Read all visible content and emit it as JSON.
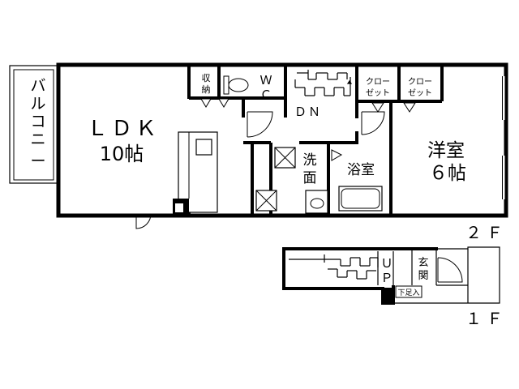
{
  "floor2": {
    "label": "２Ｆ",
    "balcony": [
      "バ",
      "ル",
      "コ",
      "ニ",
      "ー"
    ],
    "ldk": {
      "name": "ＬＤＫ",
      "size": "10帖"
    },
    "storage": [
      "収",
      "納"
    ],
    "wc": [
      "Ｗ",
      "Ｃ"
    ],
    "stairs_down": "ＤＮ",
    "closet_1": [
      "クロー",
      "ゼット"
    ],
    "closet_2": [
      "クロー",
      "ゼット"
    ],
    "western_room": {
      "name": "洋室",
      "size": "６帖"
    },
    "washroom": [
      "洗",
      "面"
    ],
    "bathroom": "浴室"
  },
  "floor1": {
    "label": "１Ｆ",
    "stairs_up": [
      "Ｕ",
      "Ｐ"
    ],
    "entrance": [
      "玄",
      "関"
    ],
    "shoe_box": "下足入"
  }
}
